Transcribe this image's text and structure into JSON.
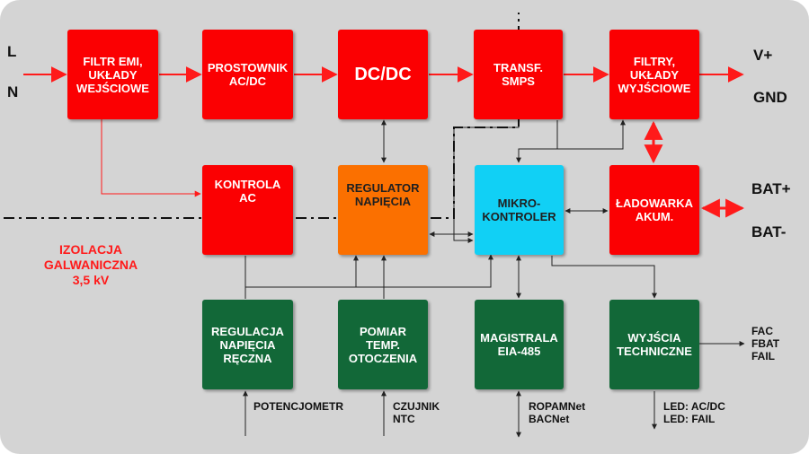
{
  "blocks": {
    "filtr_emi": "FILTR EMI,\nUKŁADY\nWEJŚCIOWE",
    "prostownik": "PROSTOWNIK\nAC/DC",
    "dcdc": "DC/DC",
    "transf": "TRANSF.\nSMPS",
    "filtry": "FILTRY,\nUKŁADY\nWYJŚCIOWE",
    "kontrola": "KONTROLA\nAC",
    "regulator": "REGULATOR\nNAPIĘCIA",
    "mikrokontroler": "MIKRO-\nKONTROLER",
    "ladowarka": "ŁADOWARKA\nAKUM.",
    "regulacja": "REGULACJA\nNAPIĘCIA\nRĘCZNA",
    "pomiar": "POMIAR\nTEMP.\nOTOCZENIA",
    "magistrala": "MAGISTRALA\nEIA-485",
    "wyjscia": "WYJŚCIA\nTECHNICZNE"
  },
  "io_labels": {
    "l": "L",
    "n": "N",
    "v_plus": "V+",
    "gnd": "GND",
    "bat_plus": "BAT+",
    "bat_minus": "BAT-"
  },
  "signal_labels": {
    "potencjometr": "POTENCJOMETR",
    "czujnik": "CZUJNIK\nNTC",
    "ropam": "ROPAMNet\nBACNet",
    "led": "LED: AC/DC\nLED: FAIL",
    "fac": "FAC\nFBAT\nFAIL"
  },
  "isolation": {
    "label": "IZOLACJA\nGALWANICZNA\n3,5 kV"
  },
  "colors": {
    "power_block": "#fb0002",
    "regulator": "#fb7000",
    "controller": "#11d0f5",
    "interface_block": "#126838",
    "background": "#d4d4d4",
    "power_arrow": "#ff1a1a",
    "signal_line": "#222222"
  }
}
